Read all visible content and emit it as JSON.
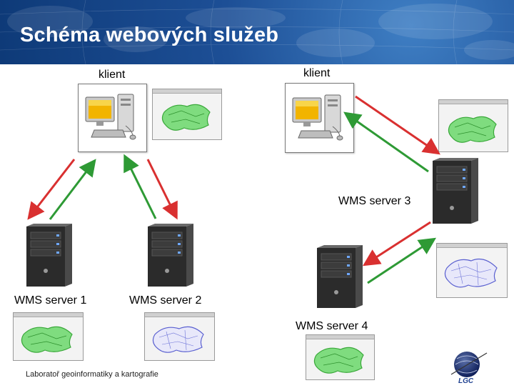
{
  "slide": {
    "title": "Schéma webových služeb",
    "footer": "Laboratoř geoinformatiky a kartografie",
    "logo_text": "LGC"
  },
  "clients": [
    {
      "label": "klient"
    },
    {
      "label": "klient"
    }
  ],
  "servers": [
    {
      "label": "WMS server 1"
    },
    {
      "label": "WMS server 2"
    },
    {
      "label": "WMS server 3"
    },
    {
      "label": "WMS server 4"
    }
  ],
  "colors": {
    "request_arrow": "#d93030",
    "response_arrow": "#2e9a35",
    "header_blue": "#1d4f96",
    "map_green": "#5fcf5f",
    "map_blue": "#6d73d8"
  },
  "icons": [
    "computer-icon",
    "server-icon",
    "map-screenshot",
    "logo-icon"
  ]
}
